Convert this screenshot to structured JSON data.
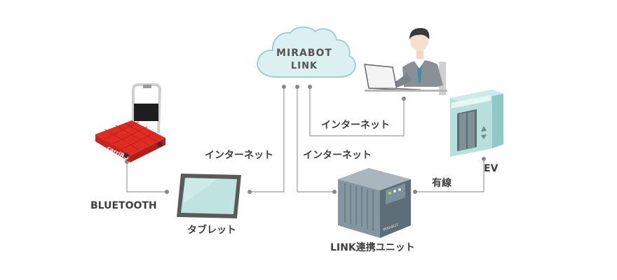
{
  "cloud": {
    "brand": "MIRABOT",
    "sub": "LINK"
  },
  "labels": {
    "internet_tablet": "インターネット",
    "internet_unit": "インターネット",
    "internet_pc": "インターネット",
    "wired": "有線",
    "bluetooth": "BLUETOOTH",
    "tablet": "タブレット",
    "unit": "LINK連携ユニット",
    "ev": "EV"
  },
  "cart_brand": "carriRO",
  "unit_brand": "MIRABOT",
  "colors": {
    "cloud_fill": "#dcf0f2",
    "cloud_stroke": "#9fcfd3",
    "line": "#999999",
    "text": "#3f3f3f",
    "cart_red": "#e02b24",
    "unit_gray": "#6f7f88",
    "ev_teal": "#a9d8d6",
    "tablet_screen": "#bfe3df"
  }
}
